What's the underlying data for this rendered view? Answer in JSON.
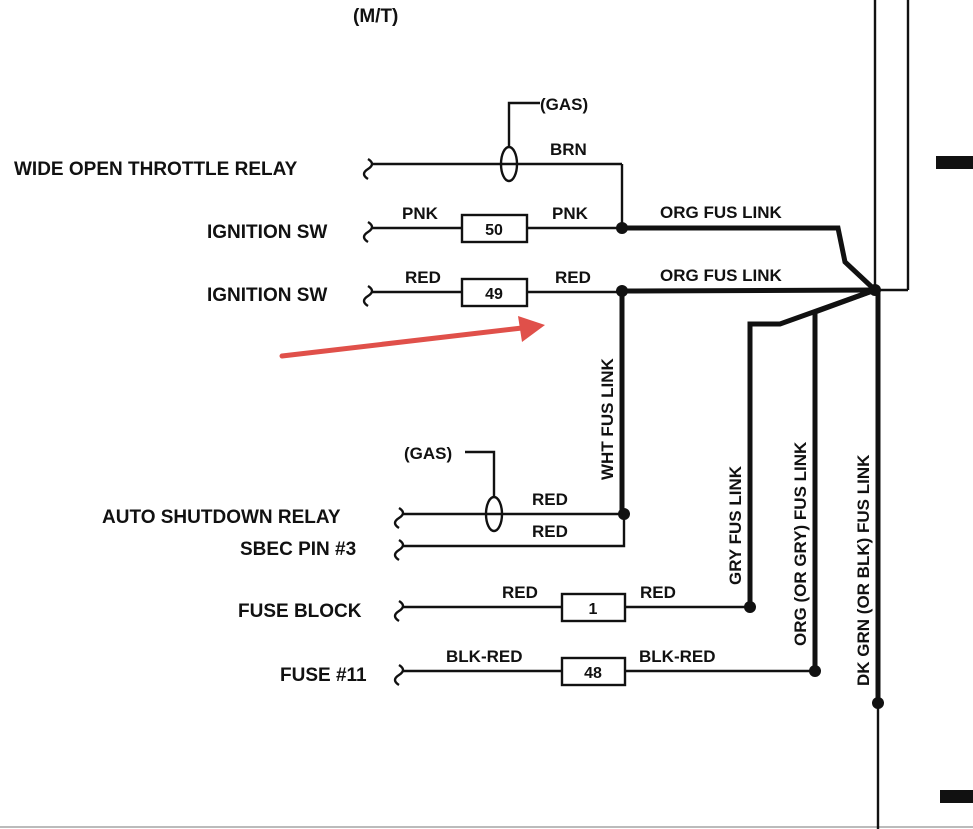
{
  "header": {
    "variant": "(M/T)"
  },
  "colors": {
    "ink": "#111111",
    "arrow": "#e0504a",
    "background": "#ffffff"
  },
  "gas_tags": [
    "(GAS)",
    "(GAS)"
  ],
  "connections": [
    {
      "name": "WIDE OPEN THROTTLE RELAY",
      "wire": "BRN"
    },
    {
      "name": "IGNITION SW",
      "wire_left": "PNK",
      "fuse": "50",
      "wire_right": "PNK",
      "link": "ORG FUS LINK"
    },
    {
      "name": "IGNITION SW",
      "wire_left": "RED",
      "fuse": "49",
      "wire_right": "RED",
      "link": "ORG FUS LINK"
    },
    {
      "name": "AUTO SHUTDOWN RELAY",
      "wire": "RED"
    },
    {
      "name": "SBEC PIN #3",
      "wire": "RED"
    },
    {
      "name": "FUSE BLOCK",
      "wire_left": "RED",
      "fuse": "1",
      "wire_right": "RED"
    },
    {
      "name": "FUSE #11",
      "wire_left": "BLK-RED",
      "fuse": "48",
      "wire_right": "BLK-RED"
    }
  ],
  "vertical_links": [
    "WHT FUS LINK",
    "GRY FUS LINK",
    "ORG (OR GRY) FUS LINK",
    "DK GRN (OR BLK) FUS LINK"
  ]
}
